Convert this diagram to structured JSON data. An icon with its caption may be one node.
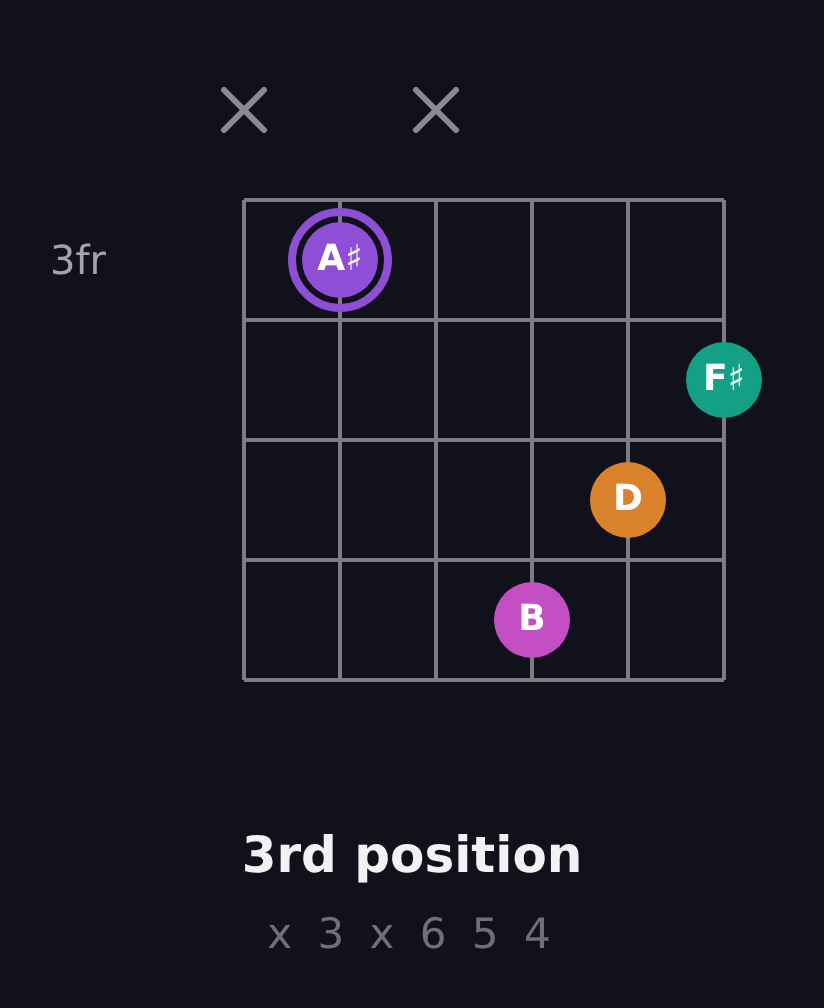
{
  "diagram": {
    "title": "3rd position",
    "nodes": [
      {
        "text": [
          "A♯"
        ]
      },
      {
        "text": [
          "F♯"
        ]
      },
      {
        "text": [
          "D"
        ]
      },
      {
        "text": [
          "B"
        ]
      }
    ],
    "labels": [
      "3fr",
      "x 3 x 6 5 4"
    ]
  }
}
